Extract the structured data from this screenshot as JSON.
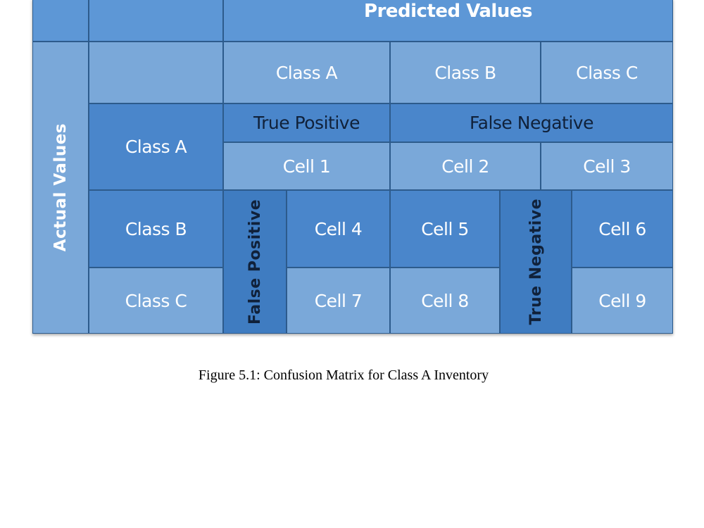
{
  "matrix": {
    "predicted_header": "Predicted Values",
    "actual_header": "Actual Values",
    "col_headers": [
      "Class A",
      "Class B",
      "Class C"
    ],
    "row_headers": [
      "Class A",
      "Class B",
      "Class C"
    ],
    "true_positive": "True Positive",
    "false_negative": "False Negative",
    "false_positive": "False Positive",
    "true_negative": "True Negative",
    "cells": [
      "Cell 1",
      "Cell 2",
      "Cell 3",
      "Cell 4",
      "Cell 5",
      "Cell 6",
      "Cell 7",
      "Cell 8",
      "Cell 9"
    ]
  },
  "caption": "Figure 5.1: Confusion Matrix for Class A Inventory",
  "colors": {
    "light": "#7aa8d9",
    "mid": "#5d97d6",
    "dark": "#4a86cb",
    "deep": "#3f7cc1",
    "border": "#2d5b8c"
  }
}
